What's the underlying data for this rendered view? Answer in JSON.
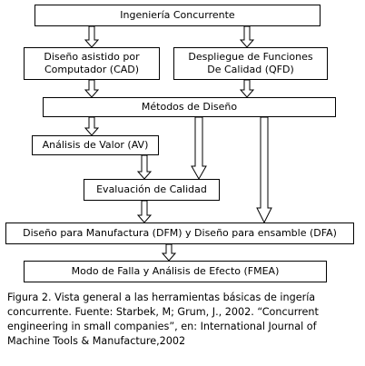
{
  "boxes": {
    "ingenieria": "Ingeniería Concurrente",
    "cad_line1": "Diseño asistido por",
    "cad_line2": "Computador (CAD)",
    "qfd_line1": "Despliegue de Funciones",
    "qfd_line2": "De Calidad (QFD)",
    "metodos": "Métodos de Diseño",
    "av": "Análisis de Valor (AV)",
    "evaluacion": "Evaluación de Calidad",
    "dfm": "Diseño para Manufactura (DFM) y Diseño para ensamble (DFA)",
    "fmea": "Modo de Falla y Análisis de Efecto (FMEA)"
  },
  "caption": {
    "line1": "Figura 2. Vista general a las herramientas básicas de ingería",
    "line2": "concurrente. Fuente: Starbek, M; Grum, J.,  2002.  “Concurrent",
    "line3": "engineering in small companies”, en: International Journal of",
    "line4": "Machine Tools & Manufacture,2002"
  }
}
